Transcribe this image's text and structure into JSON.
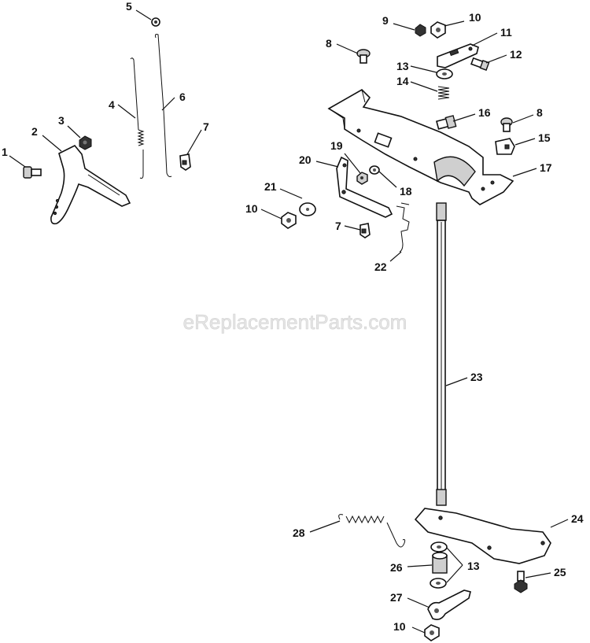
{
  "watermark": "eReplacementParts.com",
  "callouts": {
    "c1": "1",
    "c2": "2",
    "c3": "3",
    "c4": "4",
    "c5": "5",
    "c6": "6",
    "c7a": "7",
    "c7b": "7",
    "c8a": "8",
    "c8b": "8",
    "c9": "9",
    "c10a": "10",
    "c10b": "10",
    "c10c": "10",
    "c11": "11",
    "c12": "12",
    "c13a": "13",
    "c13b": "13",
    "c14": "14",
    "c15": "15",
    "c16": "16",
    "c17": "17",
    "c18": "18",
    "c19": "19",
    "c20": "20",
    "c21": "21",
    "c22": "22",
    "c23": "23",
    "c24": "24",
    "c25": "25",
    "c26": "26",
    "c27": "27",
    "c28": "28"
  }
}
